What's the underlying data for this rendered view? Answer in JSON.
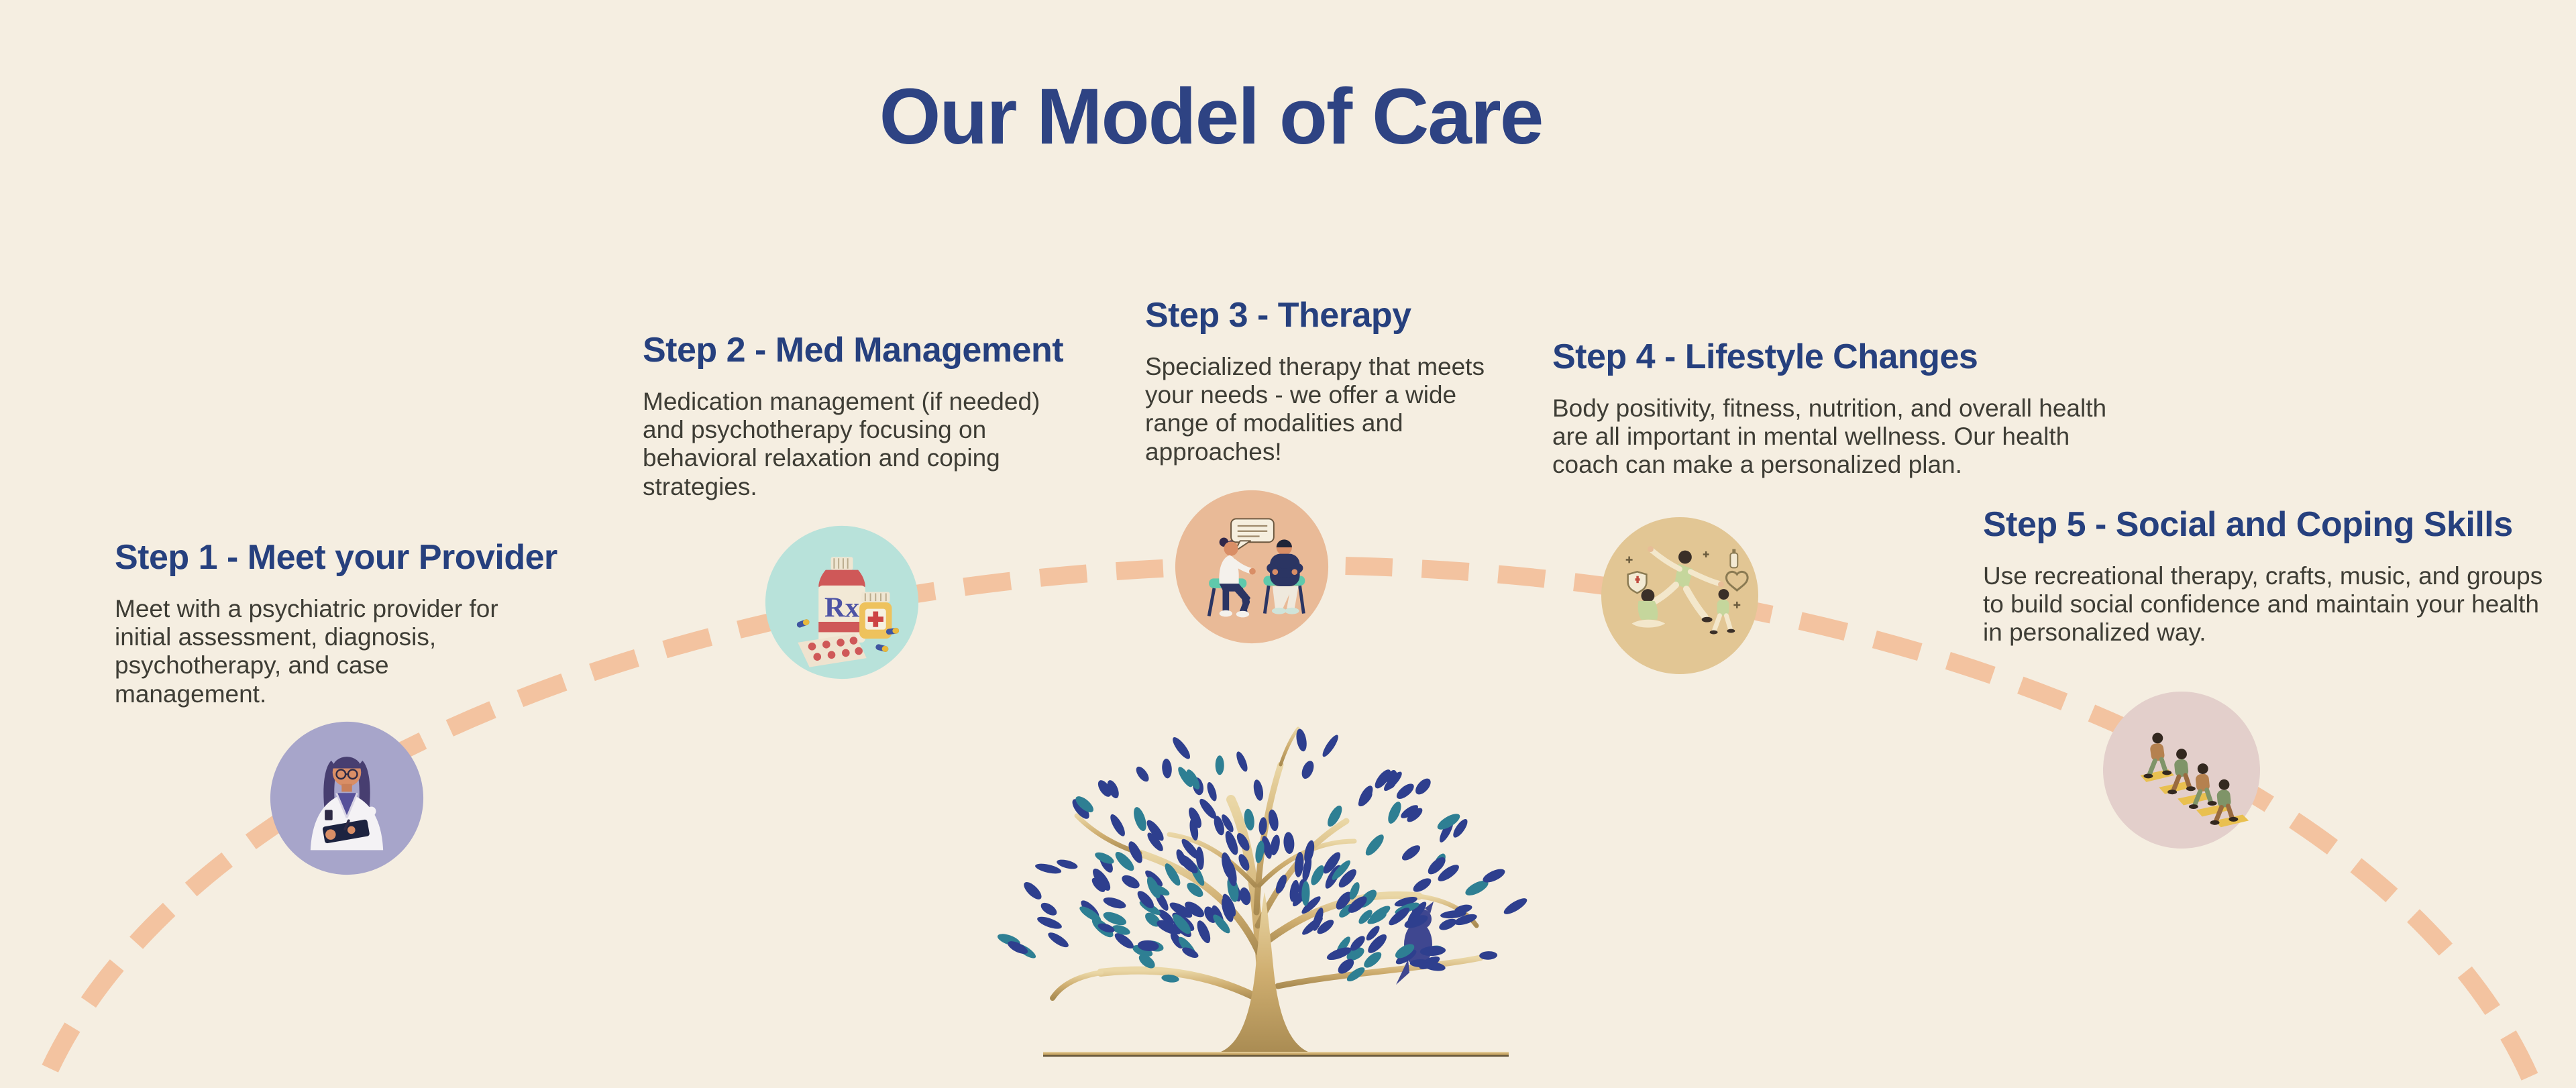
{
  "page": {
    "title": "Our Model of Care",
    "background_color": "#f5eee1",
    "title_color": "#2e4383",
    "heading_color": "#26407e",
    "body_text_color": "#3e3d35",
    "arc_color": "#f3c3a0"
  },
  "steps": [
    {
      "heading": "Step 1 - Meet your Provider",
      "description": "Meet with a psychiatric provider for initial assessment, diagnosis, psychotherapy, and case management.",
      "icon": "doctor-with-clipboard-icon",
      "icon_bg": "#a7a5ca"
    },
    {
      "heading": "Step 2 - Med Management",
      "description": "Medication management (if needed) and psychotherapy focusing on behavioral relaxation and coping strategies.",
      "icon": "medication-bottles-icon",
      "icon_bg": "#b8e2da"
    },
    {
      "heading": "Step 3 - Therapy",
      "description": "Specialized therapy that meets your needs - we offer a wide range of modalities and approaches!",
      "icon": "therapy-session-icon",
      "icon_bg": "#e9ba97"
    },
    {
      "heading": "Step 4 - Lifestyle Changes",
      "description": "Body positivity, fitness, nutrition, and overall health are all important in mental wellness. Our health coach can make a personalized plan.",
      "icon": "exercise-figures-icon",
      "icon_bg": "#e2c694"
    },
    {
      "heading": "Step 5 - Social and Coping Skills",
      "description": "Use recreational therapy, crafts, music, and groups to build social confidence and maintain your health in personalized way.",
      "icon": "people-climbing-stairs-icon",
      "icon_bg": "#e3cfcb"
    }
  ],
  "decorations": {
    "dashed_path": "journey-arc",
    "tree_logo": "tree-of-life-with-owl",
    "tree_leaf_colors": [
      "#2e3f8e",
      "#2e7f93"
    ],
    "tree_trunk_color": "#c9a96b",
    "owl_color": "#3f4790",
    "rx_label": "Rx"
  }
}
